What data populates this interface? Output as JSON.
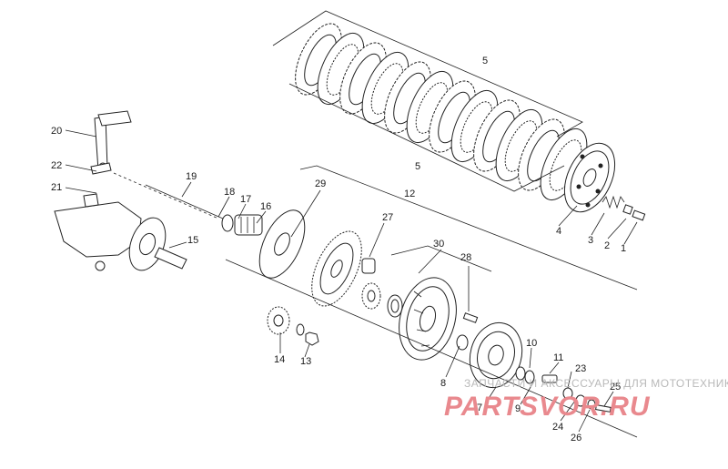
{
  "diagram": {
    "callouts": [
      {
        "id": "c1",
        "text": "1"
      },
      {
        "id": "c2",
        "text": "2"
      },
      {
        "id": "c3",
        "text": "3"
      },
      {
        "id": "c4",
        "text": "4"
      },
      {
        "id": "c5a",
        "text": "5"
      },
      {
        "id": "c5b",
        "text": "5"
      },
      {
        "id": "c7",
        "text": "7"
      },
      {
        "id": "c8",
        "text": "8"
      },
      {
        "id": "c9",
        "text": "9"
      },
      {
        "id": "c10",
        "text": "10"
      },
      {
        "id": "c11",
        "text": "11"
      },
      {
        "id": "c12",
        "text": "12"
      },
      {
        "id": "c13",
        "text": "13"
      },
      {
        "id": "c14",
        "text": "14"
      },
      {
        "id": "c15",
        "text": "15"
      },
      {
        "id": "c16",
        "text": "16"
      },
      {
        "id": "c17",
        "text": "17"
      },
      {
        "id": "c18",
        "text": "18"
      },
      {
        "id": "c19",
        "text": "19"
      },
      {
        "id": "c20",
        "text": "20"
      },
      {
        "id": "c21",
        "text": "21"
      },
      {
        "id": "c22",
        "text": "22"
      },
      {
        "id": "c23",
        "text": "23"
      },
      {
        "id": "c24",
        "text": "24"
      },
      {
        "id": "c25",
        "text": "25"
      },
      {
        "id": "c26",
        "text": "26"
      },
      {
        "id": "c27",
        "text": "27"
      },
      {
        "id": "c28",
        "text": "28"
      },
      {
        "id": "c29",
        "text": "29"
      },
      {
        "id": "c30",
        "text": "30"
      }
    ]
  },
  "watermark": {
    "text": "ЗАПЧАСТИ И АКСЕССУАРЫ ДЛЯ МОТОТЕХНИКИ",
    "logo": "PARTSVOR.RU"
  },
  "colors": {
    "line": "#222222",
    "watermark_text": "#b9b9b9",
    "watermark_logo": "#e9898e"
  }
}
